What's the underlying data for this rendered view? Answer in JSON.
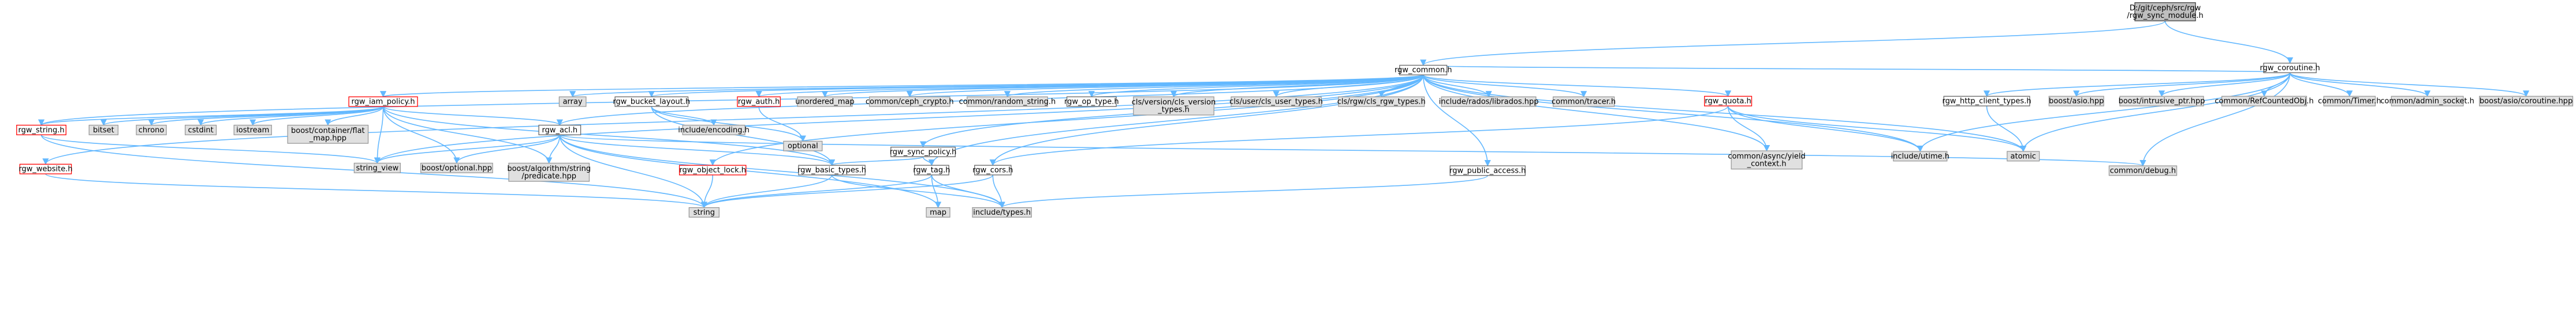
{
  "colors": {
    "edge": "#63b8ff",
    "root_fill": "#bfbfbf",
    "documented_border": "#666666",
    "undocumented_border": "#ff0000",
    "external_fill": "#e0e0e0"
  },
  "nodes": [
    {
      "id": "root",
      "kind": "root",
      "lines": [
        "D:/git/ceph/src/rgw",
        "/rgw_sync_module.h"
      ]
    },
    {
      "id": "rgw_common",
      "kind": "doc",
      "lines": [
        "rgw_common.h"
      ]
    },
    {
      "id": "rgw_coroutine",
      "kind": "doc",
      "lines": [
        "rgw_coroutine.h"
      ]
    },
    {
      "id": "rgw_iam_policy",
      "kind": "ref",
      "lines": [
        "rgw_iam_policy.h"
      ]
    },
    {
      "id": "array",
      "kind": "ext",
      "lines": [
        "array"
      ]
    },
    {
      "id": "rgw_bucket_layout",
      "kind": "doc",
      "lines": [
        "rgw_bucket_layout.h"
      ]
    },
    {
      "id": "rgw_auth",
      "kind": "ref",
      "lines": [
        "rgw_auth.h"
      ]
    },
    {
      "id": "unordered_map",
      "kind": "ext",
      "lines": [
        "unordered_map"
      ]
    },
    {
      "id": "ceph_crypto",
      "kind": "ext",
      "lines": [
        "common/ceph_crypto.h"
      ]
    },
    {
      "id": "random_string",
      "kind": "ext",
      "lines": [
        "common/random_string.h"
      ]
    },
    {
      "id": "rgw_op_type",
      "kind": "doc",
      "lines": [
        "rgw_op_type.h"
      ]
    },
    {
      "id": "cls_version",
      "kind": "ext",
      "lines": [
        "cls/version/cls_version",
        "_types.h"
      ]
    },
    {
      "id": "cls_user",
      "kind": "ext",
      "lines": [
        "cls/user/cls_user_types.h"
      ]
    },
    {
      "id": "cls_rgw",
      "kind": "ext",
      "lines": [
        "cls/rgw/cls_rgw_types.h"
      ]
    },
    {
      "id": "librados",
      "kind": "ext",
      "lines": [
        "include/rados/librados.hpp"
      ]
    },
    {
      "id": "tracer",
      "kind": "ext",
      "lines": [
        "common/tracer.h"
      ]
    },
    {
      "id": "rgw_quota",
      "kind": "ref",
      "lines": [
        "rgw_quota.h"
      ]
    },
    {
      "id": "http_client_types",
      "kind": "doc",
      "lines": [
        "rgw_http_client_types.h"
      ]
    },
    {
      "id": "boost_asio",
      "kind": "ext",
      "lines": [
        "boost/asio.hpp"
      ]
    },
    {
      "id": "intrusive_ptr",
      "kind": "ext",
      "lines": [
        "boost/intrusive_ptr.hpp"
      ]
    },
    {
      "id": "refcounted",
      "kind": "ext",
      "lines": [
        "common/RefCountedObj.h"
      ]
    },
    {
      "id": "timer",
      "kind": "ext",
      "lines": [
        "common/Timer.h"
      ]
    },
    {
      "id": "admin_socket",
      "kind": "ext",
      "lines": [
        "common/admin_socket.h"
      ]
    },
    {
      "id": "asio_coroutine",
      "kind": "ext",
      "lines": [
        "boost/asio/coroutine.hpp"
      ]
    },
    {
      "id": "rgw_string",
      "kind": "ref",
      "lines": [
        "rgw_string.h"
      ]
    },
    {
      "id": "bitset",
      "kind": "ext",
      "lines": [
        "bitset"
      ]
    },
    {
      "id": "chrono",
      "kind": "ext",
      "lines": [
        "chrono"
      ]
    },
    {
      "id": "cstdint",
      "kind": "ext",
      "lines": [
        "cstdint"
      ]
    },
    {
      "id": "iostream",
      "kind": "ext",
      "lines": [
        "iostream"
      ]
    },
    {
      "id": "flat_map",
      "kind": "ext",
      "lines": [
        "boost/container/flat",
        "_map.hpp"
      ]
    },
    {
      "id": "rgw_acl",
      "kind": "doc",
      "lines": [
        "rgw_acl.h"
      ]
    },
    {
      "id": "encoding",
      "kind": "ext",
      "lines": [
        "include/encoding.h"
      ]
    },
    {
      "id": "optional",
      "kind": "ext",
      "lines": [
        "optional"
      ]
    },
    {
      "id": "rgw_sync_policy",
      "kind": "doc",
      "lines": [
        "rgw_sync_policy.h"
      ]
    },
    {
      "id": "yield_context",
      "kind": "ext",
      "lines": [
        "common/async/yield",
        "_context.h"
      ]
    },
    {
      "id": "utime",
      "kind": "ext",
      "lines": [
        "include/utime.h"
      ]
    },
    {
      "id": "atomic",
      "kind": "ext",
      "lines": [
        "atomic"
      ]
    },
    {
      "id": "rgw_website",
      "kind": "ref",
      "lines": [
        "rgw_website.h"
      ]
    },
    {
      "id": "string_view",
      "kind": "ext",
      "lines": [
        "string_view"
      ]
    },
    {
      "id": "boost_optional",
      "kind": "ext",
      "lines": [
        "boost/optional.hpp"
      ]
    },
    {
      "id": "predicate",
      "kind": "ext",
      "lines": [
        "boost/algorithm/string",
        "/predicate.hpp"
      ]
    },
    {
      "id": "rgw_object_lock",
      "kind": "ref",
      "lines": [
        "rgw_object_lock.h"
      ]
    },
    {
      "id": "rgw_basic_types",
      "kind": "doc",
      "lines": [
        "rgw_basic_types.h"
      ]
    },
    {
      "id": "rgw_tag",
      "kind": "doc",
      "lines": [
        "rgw_tag.h"
      ]
    },
    {
      "id": "rgw_cors",
      "kind": "doc",
      "lines": [
        "rgw_cors.h"
      ]
    },
    {
      "id": "rgw_public_access",
      "kind": "doc",
      "lines": [
        "rgw_public_access.h"
      ]
    },
    {
      "id": "debug",
      "kind": "ext",
      "lines": [
        "common/debug.h"
      ]
    },
    {
      "id": "string",
      "kind": "ext",
      "lines": [
        "string"
      ]
    },
    {
      "id": "map",
      "kind": "ext",
      "lines": [
        "map"
      ]
    },
    {
      "id": "include_types",
      "kind": "ext",
      "lines": [
        "include/types.h"
      ]
    }
  ],
  "edges": [
    [
      "root",
      "rgw_common"
    ],
    [
      "root",
      "rgw_coroutine"
    ],
    [
      "rgw_common",
      "rgw_iam_policy"
    ],
    [
      "rgw_common",
      "array"
    ],
    [
      "rgw_common",
      "rgw_bucket_layout"
    ],
    [
      "rgw_common",
      "rgw_auth"
    ],
    [
      "rgw_common",
      "unordered_map"
    ],
    [
      "rgw_common",
      "ceph_crypto"
    ],
    [
      "rgw_common",
      "random_string"
    ],
    [
      "rgw_common",
      "rgw_op_type"
    ],
    [
      "rgw_common",
      "cls_version"
    ],
    [
      "rgw_common",
      "cls_user"
    ],
    [
      "rgw_common",
      "cls_rgw"
    ],
    [
      "rgw_common",
      "librados"
    ],
    [
      "rgw_common",
      "tracer"
    ],
    [
      "rgw_common",
      "rgw_quota"
    ],
    [
      "rgw_common",
      "rgw_string"
    ],
    [
      "rgw_common",
      "rgw_acl"
    ],
    [
      "rgw_common",
      "rgw_sync_policy"
    ],
    [
      "rgw_common",
      "rgw_website"
    ],
    [
      "rgw_common",
      "rgw_object_lock"
    ],
    [
      "rgw_common",
      "rgw_tag"
    ],
    [
      "rgw_common",
      "rgw_cors"
    ],
    [
      "rgw_common",
      "rgw_public_access"
    ],
    [
      "rgw_common",
      "string_view"
    ],
    [
      "rgw_common",
      "yield_context"
    ],
    [
      "rgw_common",
      "utime"
    ],
    [
      "rgw_common",
      "atomic"
    ],
    [
      "rgw_coroutine",
      "http_client_types"
    ],
    [
      "rgw_coroutine",
      "boost_asio"
    ],
    [
      "rgw_coroutine",
      "intrusive_ptr"
    ],
    [
      "rgw_coroutine",
      "refcounted"
    ],
    [
      "rgw_coroutine",
      "timer"
    ],
    [
      "rgw_coroutine",
      "admin_socket"
    ],
    [
      "rgw_coroutine",
      "asio_coroutine"
    ],
    [
      "rgw_coroutine",
      "utime"
    ],
    [
      "rgw_coroutine",
      "atomic"
    ],
    [
      "rgw_coroutine",
      "debug"
    ],
    [
      "rgw_coroutine",
      "rgw_common"
    ],
    [
      "http_client_types",
      "atomic"
    ],
    [
      "rgw_iam_policy",
      "rgw_string"
    ],
    [
      "rgw_iam_policy",
      "bitset"
    ],
    [
      "rgw_iam_policy",
      "chrono"
    ],
    [
      "rgw_iam_policy",
      "cstdint"
    ],
    [
      "rgw_iam_policy",
      "iostream"
    ],
    [
      "rgw_iam_policy",
      "flat_map"
    ],
    [
      "rgw_iam_policy",
      "rgw_acl"
    ],
    [
      "rgw_iam_policy",
      "string_view"
    ],
    [
      "rgw_iam_policy",
      "boost_optional"
    ],
    [
      "rgw_iam_policy",
      "predicate"
    ],
    [
      "rgw_iam_policy",
      "rgw_basic_types"
    ],
    [
      "rgw_string",
      "string_view"
    ],
    [
      "rgw_string",
      "string"
    ],
    [
      "rgw_website",
      "string"
    ],
    [
      "rgw_acl",
      "string_view"
    ],
    [
      "rgw_acl",
      "boost_optional"
    ],
    [
      "rgw_acl",
      "predicate"
    ],
    [
      "rgw_acl",
      "rgw_basic_types"
    ],
    [
      "rgw_acl",
      "string"
    ],
    [
      "rgw_acl",
      "map"
    ],
    [
      "rgw_acl",
      "include_types"
    ],
    [
      "rgw_acl",
      "debug"
    ],
    [
      "rgw_bucket_layout",
      "encoding"
    ],
    [
      "rgw_bucket_layout",
      "optional"
    ],
    [
      "rgw_bucket_layout",
      "rgw_basic_types"
    ],
    [
      "rgw_auth",
      "optional"
    ],
    [
      "rgw_sync_policy",
      "rgw_basic_types"
    ],
    [
      "rgw_sync_policy",
      "rgw_tag"
    ],
    [
      "rgw_quota",
      "yield_context"
    ],
    [
      "rgw_quota",
      "utime"
    ],
    [
      "rgw_quota",
      "atomic"
    ],
    [
      "rgw_quota",
      "rgw_cors"
    ],
    [
      "rgw_object_lock",
      "string"
    ],
    [
      "rgw_basic_types",
      "string"
    ],
    [
      "rgw_basic_types",
      "include_types"
    ],
    [
      "rgw_tag",
      "string"
    ],
    [
      "rgw_tag",
      "map"
    ],
    [
      "rgw_tag",
      "include_types"
    ],
    [
      "rgw_cors",
      "string"
    ],
    [
      "rgw_cors",
      "include_types"
    ],
    [
      "rgw_public_access",
      "include_types"
    ]
  ]
}
